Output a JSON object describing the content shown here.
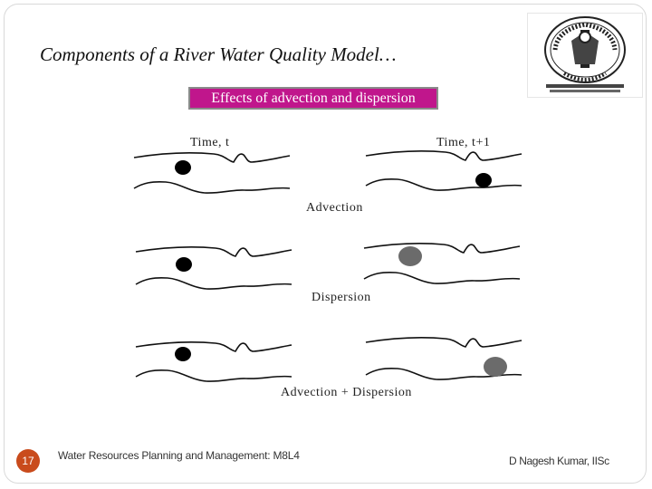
{
  "slide": {
    "title": "Components of a River Water Quality Model…",
    "banner": "Effects of advection and dispersion",
    "time_left": "Time, t",
    "time_right": "Time, t+1",
    "label_advection": "Advection",
    "label_dispersion": "Dispersion",
    "label_both": "Advection + Dispersion",
    "page_number": "17",
    "footer_left": "Water Resources Planning and Management: M8L4",
    "footer_right": "D Nagesh Kumar, IISc"
  },
  "colors": {
    "banner_bg": "#c0168c",
    "pollutant_concentrated": "#000000",
    "pollutant_dispersed": "#6b6b6b",
    "page_badge": "#c94b1c"
  },
  "icons": {
    "logo": "iisc-emblem-icon"
  }
}
